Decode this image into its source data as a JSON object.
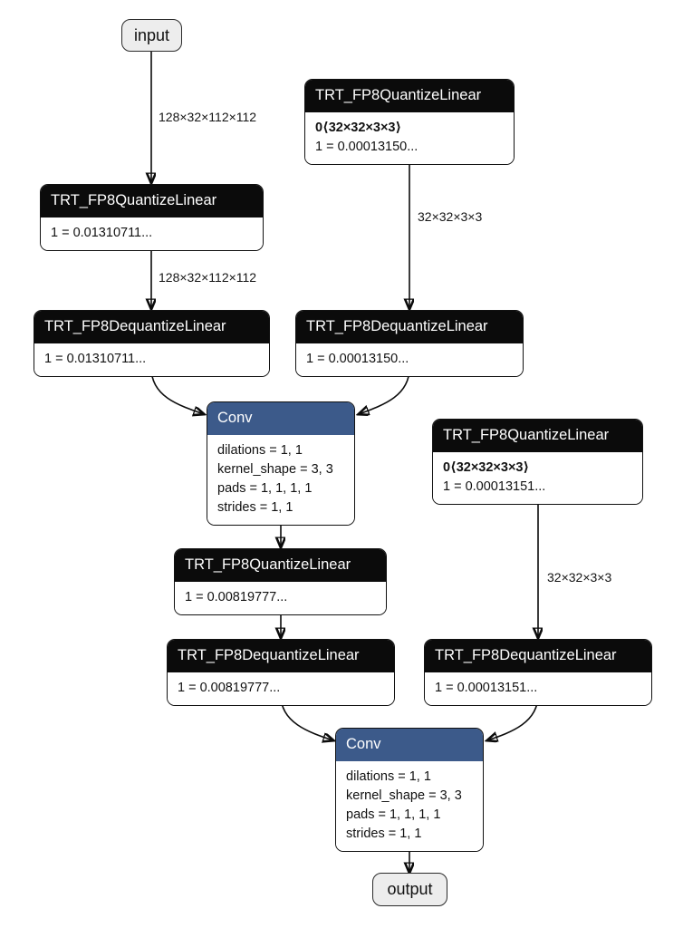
{
  "graph": {
    "title": "ONNX FP8 quantized convolution subgraph",
    "background": "#ffffff",
    "op_header_color": "#0b0b0b",
    "conv_header_color": "#3c5a8a",
    "io_fill_color": "#ededed",
    "edge_color": "#0b0b0b"
  },
  "io_nodes": {
    "input": {
      "label": "input"
    },
    "output": {
      "label": "output"
    }
  },
  "nodes": [
    {
      "id": "q1",
      "op": "TRT_FP8QuantizeLinear",
      "attrs": [
        "1 = 0.01310711..."
      ]
    },
    {
      "id": "q_w1",
      "op": "TRT_FP8QuantizeLinear",
      "attrs": [
        "0⟨32×32×3×3⟩",
        "1 = 0.00013150..."
      ]
    },
    {
      "id": "dq1",
      "op": "TRT_FP8DequantizeLinear",
      "attrs": [
        "1 = 0.01310711..."
      ]
    },
    {
      "id": "dq_w1",
      "op": "TRT_FP8DequantizeLinear",
      "attrs": [
        "1 = 0.00013150..."
      ]
    },
    {
      "id": "conv1",
      "op": "Conv",
      "attrs": [
        "dilations = 1, 1",
        "kernel_shape = 3, 3",
        "pads = 1, 1, 1, 1",
        "strides = 1, 1"
      ]
    },
    {
      "id": "q_w2",
      "op": "TRT_FP8QuantizeLinear",
      "attrs": [
        "0⟨32×32×3×3⟩",
        "1 = 0.00013151..."
      ]
    },
    {
      "id": "q2",
      "op": "TRT_FP8QuantizeLinear",
      "attrs": [
        "1 = 0.00819777..."
      ]
    },
    {
      "id": "dq2",
      "op": "TRT_FP8DequantizeLinear",
      "attrs": [
        "1 = 0.00819777..."
      ]
    },
    {
      "id": "dq_w2",
      "op": "TRT_FP8DequantizeLinear",
      "attrs": [
        "1 = 0.00013151..."
      ]
    },
    {
      "id": "conv2",
      "op": "Conv",
      "attrs": [
        "dilations = 1, 1",
        "kernel_shape = 3, 3",
        "pads = 1, 1, 1, 1",
        "strides = 1, 1"
      ]
    }
  ],
  "edge_labels": [
    {
      "id": "e1",
      "text": "128×32×112×112"
    },
    {
      "id": "e2",
      "text": "32×32×3×3"
    },
    {
      "id": "e3",
      "text": "128×32×112×112"
    },
    {
      "id": "e4",
      "text": "32×32×3×3"
    }
  ]
}
